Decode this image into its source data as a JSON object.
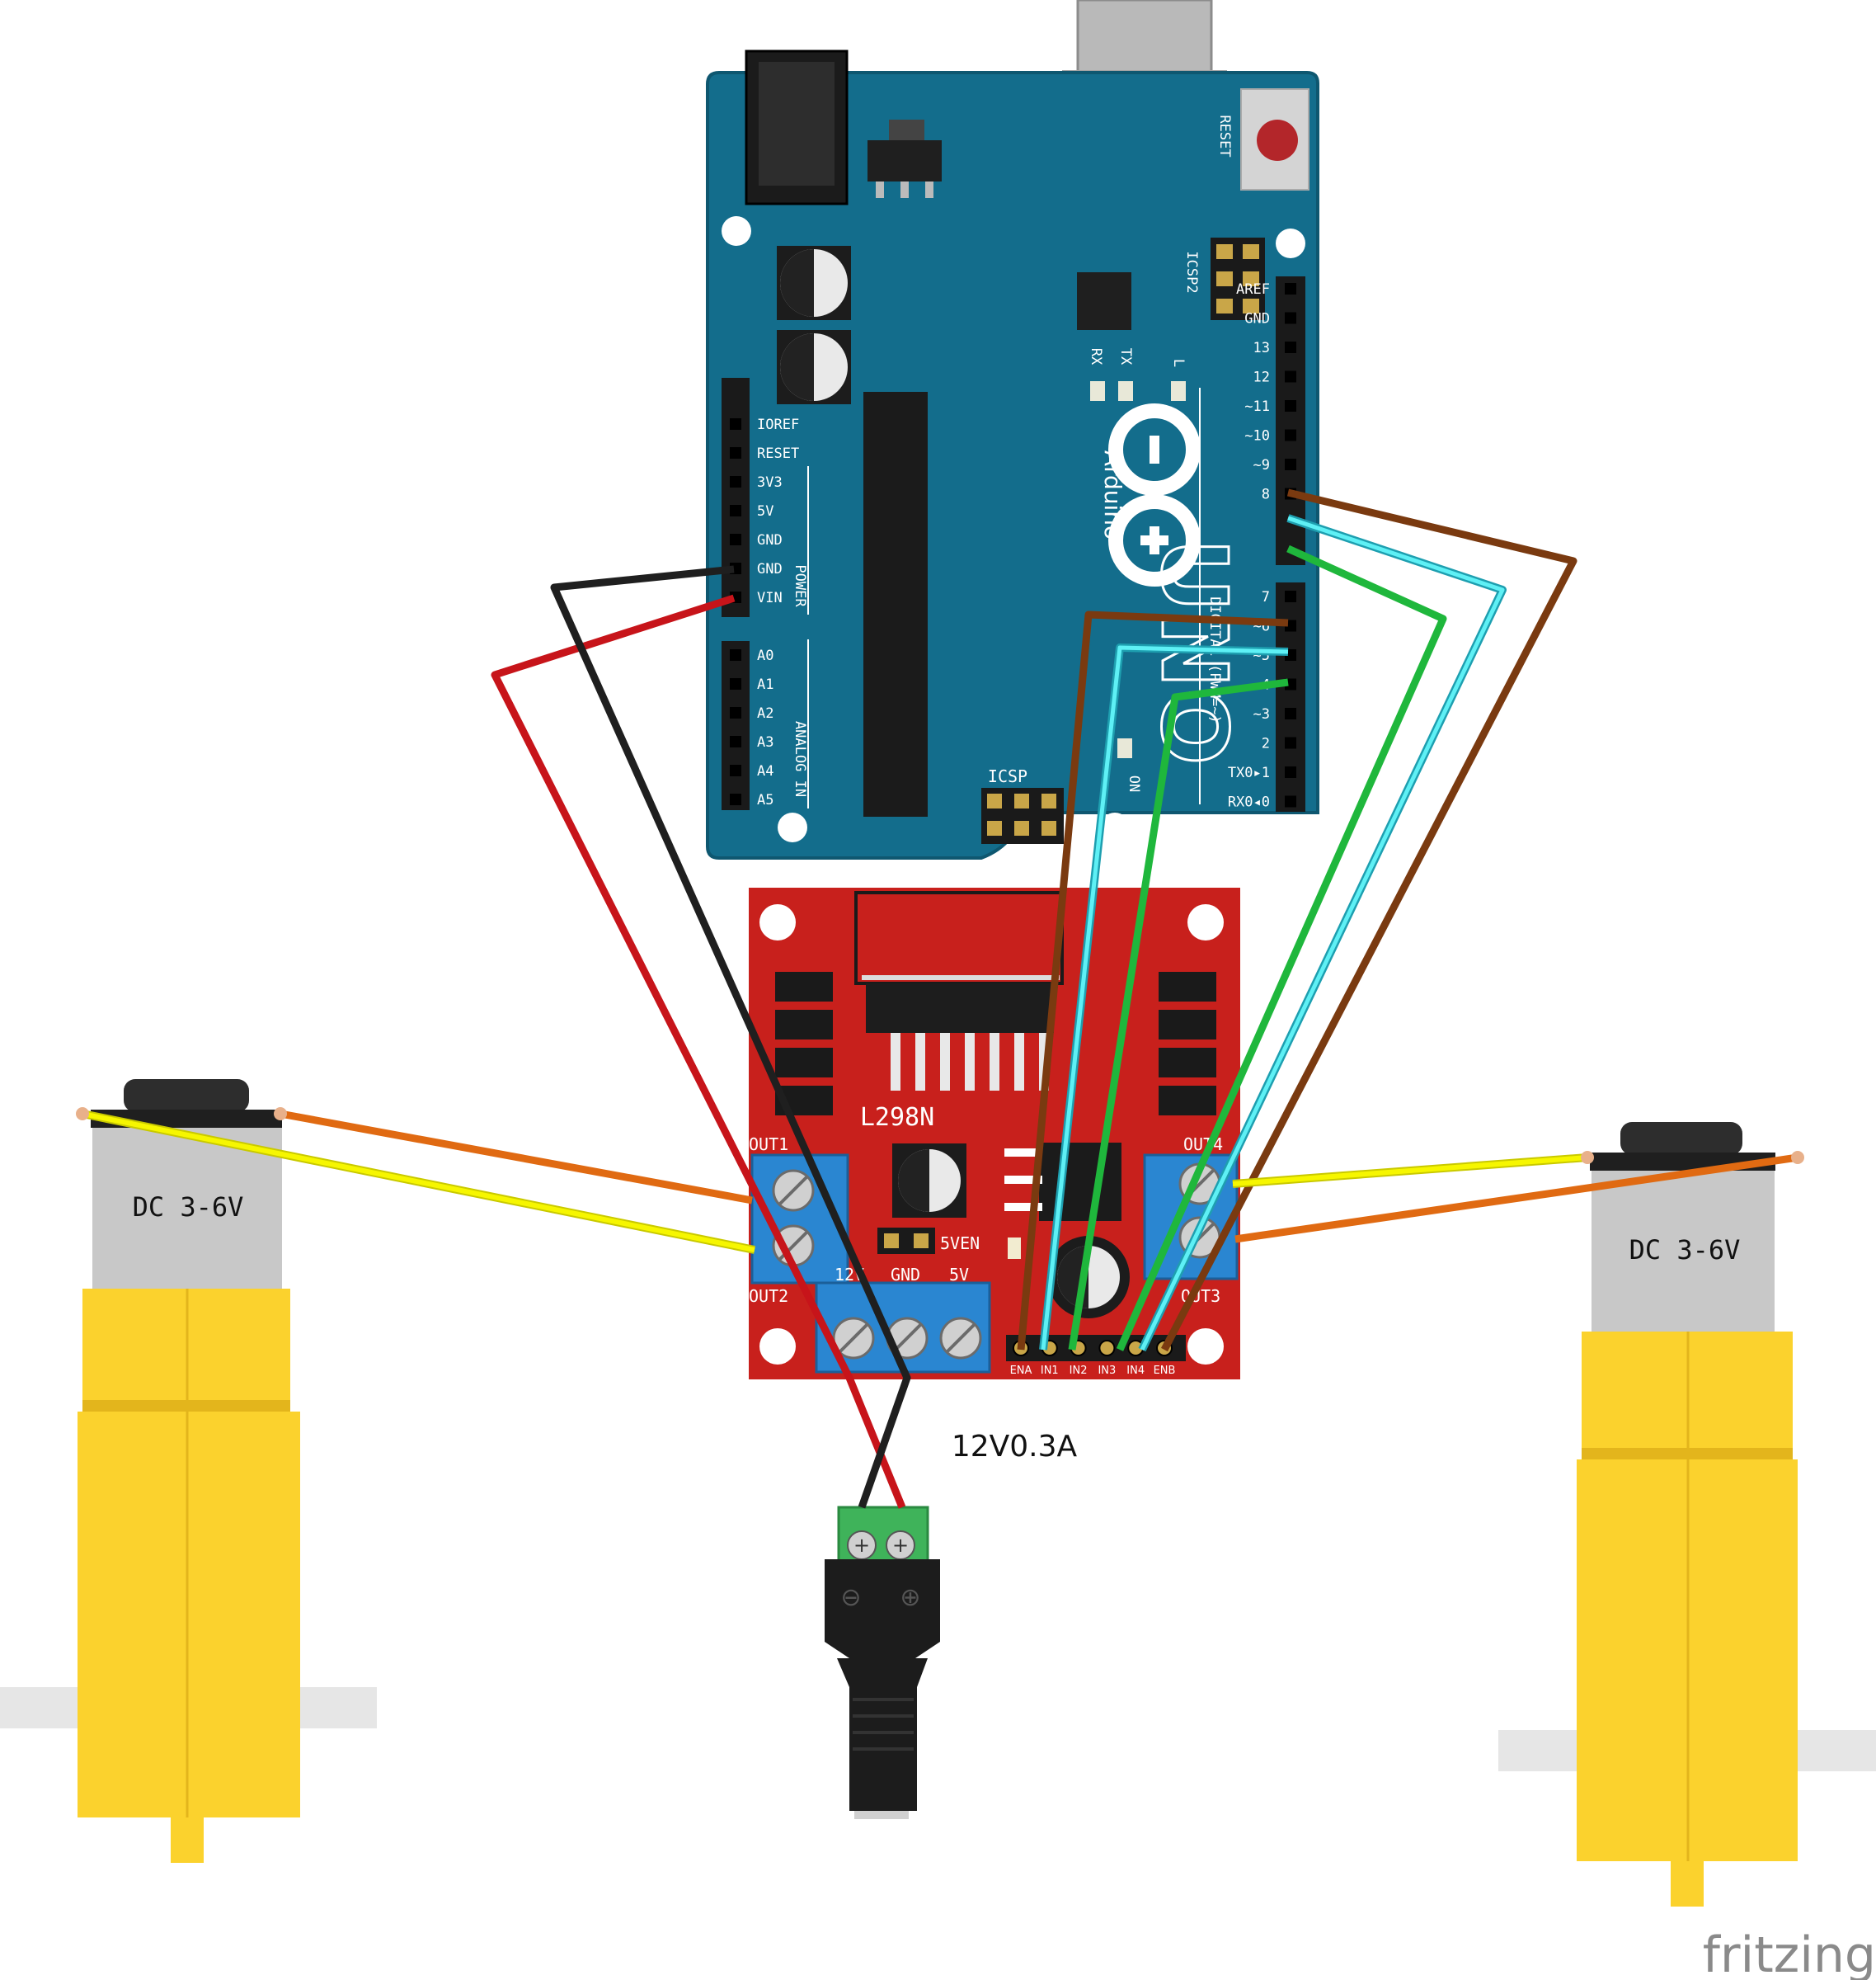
{
  "arduino": {
    "model": "UNO",
    "brand": "Arduino",
    "reset_label": "RESET",
    "icsp2_label": "ICSP2",
    "icsp_label": "ICSP",
    "rx_label": "RX",
    "tx_label": "TX",
    "l_label": "L",
    "on_label": "ON",
    "power_label": "POWER",
    "analog_label": "ANALOG IN",
    "digital_label": "DIGITAL (PWM=~)",
    "power_pins": [
      "IOREF",
      "RESET",
      "3V3",
      "5V",
      "GND",
      "GND",
      "VIN"
    ],
    "analog_pins": [
      "A0",
      "A1",
      "A2",
      "A3",
      "A4",
      "A5"
    ],
    "digital_pins_top": [
      "AREF",
      "GND",
      "13",
      "12",
      "~11",
      "~10",
      "~9",
      "8"
    ],
    "digital_pins_bottom": [
      "7",
      "~6",
      "~5",
      "4",
      "~3",
      "2",
      "TX0▸1",
      "RX0◂0"
    ]
  },
  "driver": {
    "name": "L298N",
    "out1": "OUT1",
    "out2": "OUT2",
    "out3": "OUT3",
    "out4": "OUT4",
    "enable_label": "5VEN",
    "power_terminal_labels": [
      "12V",
      "GND",
      "5V"
    ],
    "header_pins": [
      "ENA",
      "IN1",
      "IN2",
      "IN3",
      "IN4",
      "ENB"
    ]
  },
  "motor_left": {
    "label": "DC 3-6V"
  },
  "motor_right": {
    "label": "DC 3-6V"
  },
  "power_supply": {
    "label": "12V0.3A",
    "minus": "⊖",
    "plus": "⊕"
  },
  "watermark": "fritzing",
  "wire_colors": {
    "power_red": "#c7141a",
    "ground_black": "#1f1f1f",
    "brown": "#7a3a10",
    "cyan": "#3ad7e0",
    "green": "#1fb73c",
    "yellow": "#f2f200",
    "orange": "#e06a12"
  }
}
